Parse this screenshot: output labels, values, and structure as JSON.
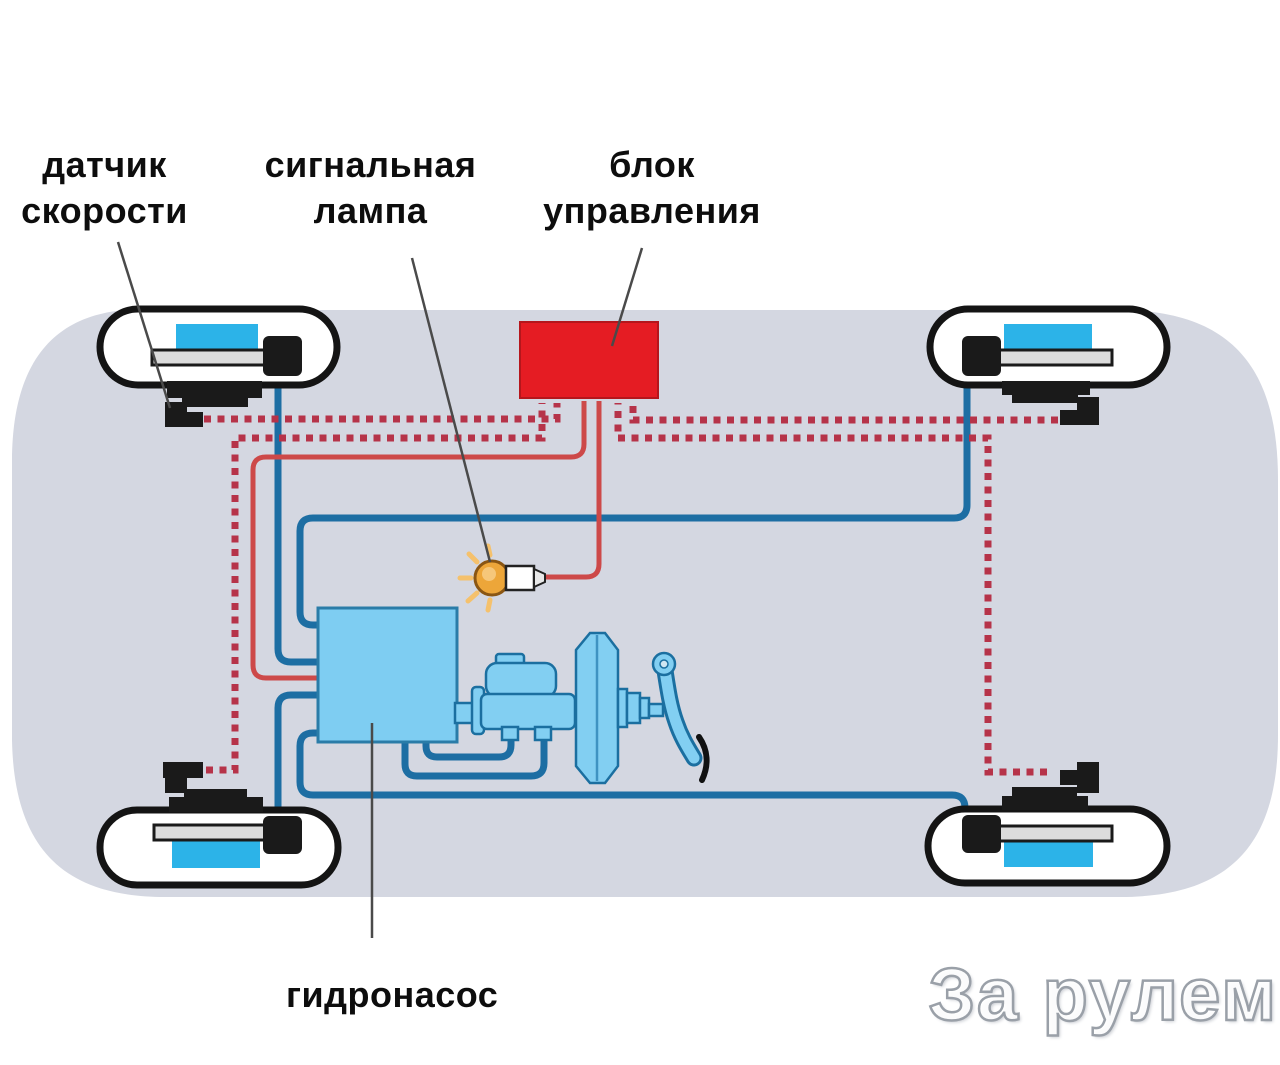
{
  "labels": {
    "speed_sensor": "датчик скорости",
    "signal_lamp": "сигнальная лампа",
    "control_unit": "блок управления",
    "hydraulic_pump": "гидронасос"
  },
  "watermark": "За рулем",
  "colors": {
    "car_body": "#d4d7e1",
    "control_unit_box": "#e51c23",
    "pump_box_fill": "#7ecdf2",
    "component_fill": "#82cff2",
    "component_outline": "#1b6fa0",
    "hydraulic_line_blue": "#1d6ea3",
    "signal_wire_red_solid": "#cd4949",
    "sensor_wire_red_dotted": "#b63349",
    "wheel_cyan": "#2cb3e8",
    "wheel_hub_gray": "#dcdcdc",
    "lamp_orange": "#eda639"
  },
  "components": {
    "wheels": [
      "front-left",
      "front-right",
      "rear-left",
      "rear-right"
    ],
    "control_unit": "red control unit box",
    "hydraulic_pump": "blue hydraulic pump box",
    "master_cylinder": "master cylinder with fluid reservoir",
    "brake_booster": "vacuum brake booster",
    "brake_pedal": "brake pedal lever",
    "warning_lamp": "glowing warning lamp"
  }
}
